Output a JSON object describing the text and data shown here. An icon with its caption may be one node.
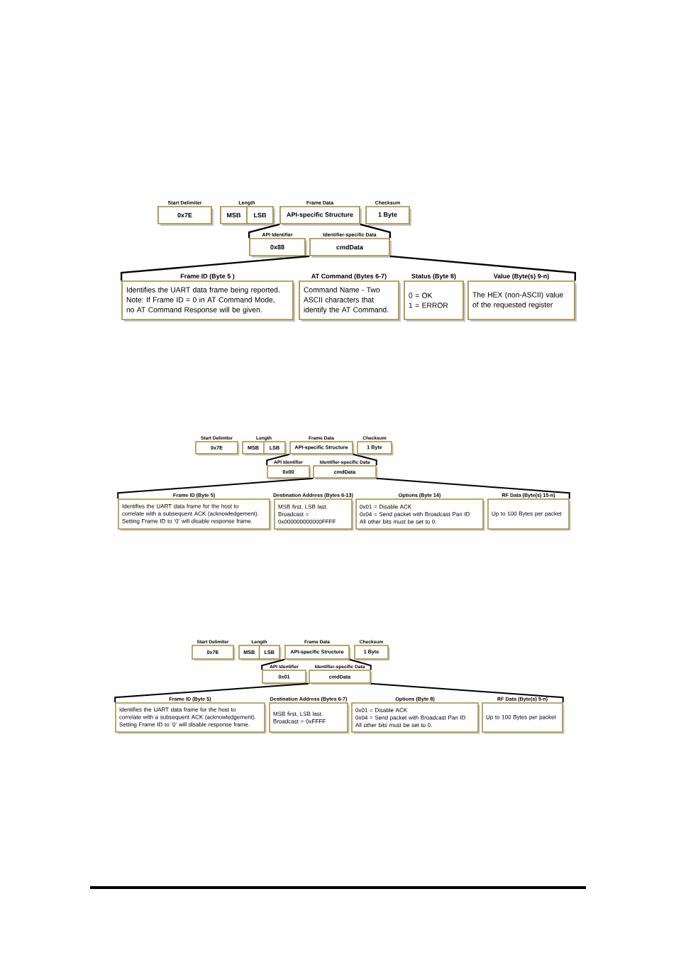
{
  "diagram": {
    "nodes": [
      {
        "text": [
          "Start Delimiter",
          "0x7E"
        ]
      },
      {
        "text": [
          "Length"
        ]
      },
      {
        "text": [
          "MSB"
        ],
        "in": 1
      },
      {
        "text": [
          "LSB"
        ],
        "in": 1
      },
      {
        "text": [
          "Frame Data",
          "API-specific Structure"
        ]
      },
      {
        "text": [
          "Checksum",
          "1 Byte"
        ]
      },
      {
        "text": [
          "API Identifier",
          "0x88"
        ]
      },
      {
        "text": [
          "Identifier-specific Data",
          "cmdData"
        ]
      },
      {
        "text": [
          "Frame ID (Byte 5 )",
          "Identifies the UART data frame being reported. Note: If Frame ID = 0 in AT Command Mode, no AT Command Response will be given."
        ]
      },
      {
        "text": [
          "AT Command (Bytes 6-7)",
          "Command Name - Two ASCII characters that identify the AT Command."
        ]
      },
      {
        "text": [
          "Status (Byte 8)",
          "0 = OK",
          "1 = ERROR"
        ]
      },
      {
        "text": [
          "Value (Byte(s) 9-n)",
          "The HEX (non-ASCII) value of the requested register"
        ]
      },
      {
        "text": [
          "Start Delimiter",
          "0x7E"
        ]
      },
      {
        "text": [
          "Length"
        ]
      },
      {
        "text": [
          "MSB"
        ],
        "in": 13
      },
      {
        "text": [
          "LSB"
        ],
        "in": 13
      },
      {
        "text": [
          "Frame Data",
          "API-specific Structure"
        ]
      },
      {
        "text": [
          "Checksum",
          "1 Byte"
        ]
      },
      {
        "text": [
          "API Identifier",
          "0x00"
        ]
      },
      {
        "text": [
          "Identifier-specific Data",
          "cmdData"
        ]
      },
      {
        "text": [
          "Frame ID (Byte 5)",
          "Identifies the UART data frame for the host to correlate with a subsequent ACK (acknowledgement). Setting Frame ID to ‘0’ will disable response frame."
        ]
      },
      {
        "text": [
          "Destination Address (Bytes 6-13)",
          "MSB first, LSB last.",
          "Broadcast = 0x000000000000FFFF"
        ]
      },
      {
        "text": [
          "Options (Byte 14)",
          "0x01 = Disable ACK",
          "0x04 = Send packet with Broadcast Pan ID",
          "All other bits must be set to 0."
        ]
      },
      {
        "text": [
          "RF Data (Byte(s) 15-n)",
          "Up to 100 Bytes per packet"
        ]
      },
      {
        "text": [
          "Start Delimiter",
          "0x7E"
        ]
      },
      {
        "text": [
          "Length"
        ]
      },
      {
        "text": [
          "MSB"
        ],
        "in": 25
      },
      {
        "text": [
          "LSB"
        ],
        "in": 25
      },
      {
        "text": [
          "Frame Data",
          "API-specific Structure"
        ]
      },
      {
        "text": [
          "Checksum",
          "1 Byte"
        ]
      },
      {
        "text": [
          "API Identifier",
          "0x01"
        ]
      },
      {
        "text": [
          "Identifier-specific Data",
          "cmdData"
        ]
      },
      {
        "text": [
          "Frame ID (Byte 5)",
          "Identifies the UART data frame for the host to correlate with a subsequent ACK (acknowledgement). Setting Frame ID to ‘0’ will disable response frame."
        ]
      },
      {
        "text": [
          "Destination Address (Bytes 6-7)",
          "MSB first, LSB last.",
          "Broadcast = 0xFFFF"
        ]
      },
      {
        "text": [
          "Options (Byte 8)",
          "0x01 = Disable ACK",
          "0x04 = Send packet with Broadcast Pan ID",
          "All other bits must be set to 0."
        ]
      },
      {
        "text": [
          "RF Data (Byte(s) 9-n)",
          "Up to 100 Bytes per packet"
        ]
      }
    ],
    "edges": [
      {
        "from": 4,
        "to": 6,
        "arrow": "none"
      },
      {
        "from": 4,
        "to": 7,
        "arrow": "none"
      },
      {
        "from": 7,
        "to": 8,
        "arrow": "none"
      },
      {
        "from": 7,
        "to": 11,
        "arrow": "none"
      },
      {
        "from": 16,
        "to": 18,
        "arrow": "none"
      },
      {
        "from": 16,
        "to": 19,
        "arrow": "none"
      },
      {
        "from": 19,
        "to": 20,
        "arrow": "none"
      },
      {
        "from": 19,
        "to": 23,
        "arrow": "none"
      },
      {
        "from": 28,
        "to": 30,
        "arrow": "none"
      },
      {
        "from": 28,
        "to": 31,
        "arrow": "none"
      },
      {
        "from": 31,
        "to": 32,
        "arrow": "none"
      },
      {
        "from": 31,
        "to": 35,
        "arrow": "none"
      }
    ]
  }
}
